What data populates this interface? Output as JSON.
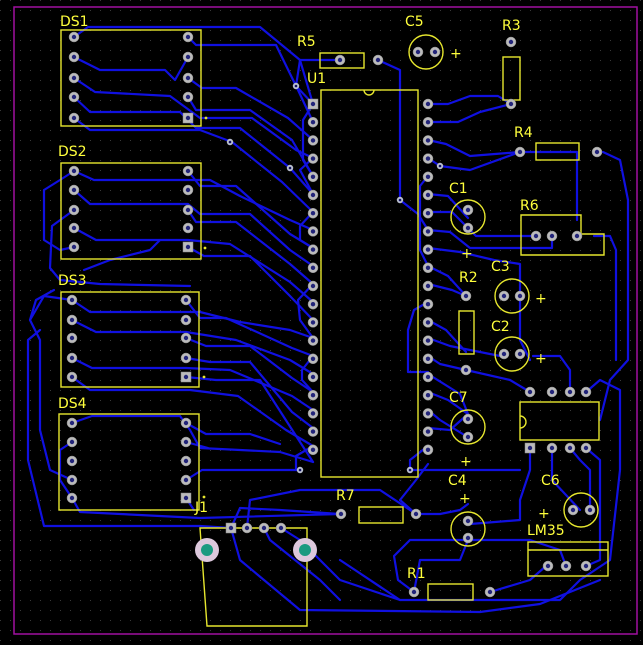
{
  "colors": {
    "background": "#000000",
    "grid_dot": "#3a3a3a",
    "board_outline": "#a010a0",
    "trace": "#1010e0",
    "silkscreen": "#e6e62e",
    "label": "#ffff3c",
    "pad": "#bbbbbb",
    "mount_pad": "#1a9a80"
  },
  "labels": {
    "DS1": "DS1",
    "DS2": "DS2",
    "DS3": "DS3",
    "DS4": "DS4",
    "R5": "R5",
    "U1": "U1",
    "C5": "C5",
    "R3": "R3",
    "R4": "R4",
    "C1": "C1",
    "R6": "R6",
    "R2": "R2",
    "C3": "C3",
    "C2": "C2",
    "C7": "C7",
    "C4": "C4",
    "C6": "C6",
    "LM35": "LM35",
    "R7": "R7",
    "R1": "R1",
    "J1": "J1",
    "plus": "+"
  }
}
